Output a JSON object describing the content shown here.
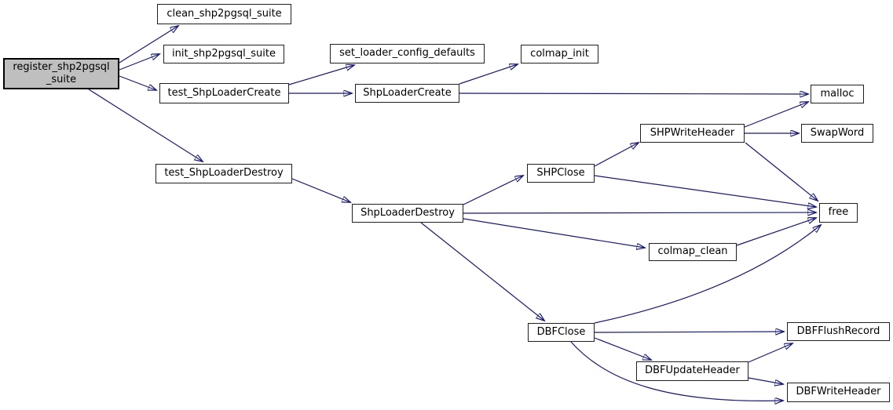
{
  "diagram": {
    "type": "call-graph",
    "highlighted_node": "register_shp2pgsql_suite",
    "colors": {
      "edge": "#191970",
      "node_border": "#000000",
      "node_fill": "#ffffff",
      "highlight_fill": "#bfbfbf",
      "text": "#000000",
      "background": "#ffffff"
    },
    "nodes": {
      "register": {
        "label": "register_shp2pgsql\n_suite"
      },
      "clean": {
        "label": "clean_shp2pgsql_suite"
      },
      "init": {
        "label": "init_shp2pgsql_suite"
      },
      "test_create": {
        "label": "test_ShpLoaderCreate"
      },
      "set_defaults": {
        "label": "set_loader_config_defaults"
      },
      "colmap_init": {
        "label": "colmap_init"
      },
      "create": {
        "label": "ShpLoaderCreate"
      },
      "malloc": {
        "label": "malloc"
      },
      "shp_write_header": {
        "label": "SHPWriteHeader"
      },
      "swap_word": {
        "label": "SwapWord"
      },
      "shp_close": {
        "label": "SHPClose"
      },
      "test_destroy": {
        "label": "test_ShpLoaderDestroy"
      },
      "destroy": {
        "label": "ShpLoaderDestroy"
      },
      "free": {
        "label": "free"
      },
      "colmap_clean": {
        "label": "colmap_clean"
      },
      "dbf_close": {
        "label": "DBFClose"
      },
      "dbf_flush": {
        "label": "DBFFlushRecord"
      },
      "dbf_update": {
        "label": "DBFUpdateHeader"
      },
      "dbf_write": {
        "label": "DBFWriteHeader"
      }
    },
    "edges": [
      {
        "from": "register_shp2pgsql_suite",
        "to": "clean_shp2pgsql_suite"
      },
      {
        "from": "register_shp2pgsql_suite",
        "to": "init_shp2pgsql_suite"
      },
      {
        "from": "register_shp2pgsql_suite",
        "to": "test_ShpLoaderCreate"
      },
      {
        "from": "register_shp2pgsql_suite",
        "to": "test_ShpLoaderDestroy"
      },
      {
        "from": "test_ShpLoaderCreate",
        "to": "set_loader_config_defaults"
      },
      {
        "from": "test_ShpLoaderCreate",
        "to": "ShpLoaderCreate"
      },
      {
        "from": "ShpLoaderCreate",
        "to": "colmap_init"
      },
      {
        "from": "ShpLoaderCreate",
        "to": "malloc"
      },
      {
        "from": "test_ShpLoaderDestroy",
        "to": "ShpLoaderDestroy"
      },
      {
        "from": "ShpLoaderDestroy",
        "to": "SHPClose"
      },
      {
        "from": "ShpLoaderDestroy",
        "to": "free"
      },
      {
        "from": "ShpLoaderDestroy",
        "to": "colmap_clean"
      },
      {
        "from": "ShpLoaderDestroy",
        "to": "DBFClose"
      },
      {
        "from": "SHPClose",
        "to": "SHPWriteHeader"
      },
      {
        "from": "SHPClose",
        "to": "free"
      },
      {
        "from": "SHPWriteHeader",
        "to": "malloc"
      },
      {
        "from": "SHPWriteHeader",
        "to": "SwapWord"
      },
      {
        "from": "SHPWriteHeader",
        "to": "free"
      },
      {
        "from": "colmap_clean",
        "to": "free"
      },
      {
        "from": "DBFClose",
        "to": "free"
      },
      {
        "from": "DBFClose",
        "to": "DBFFlushRecord"
      },
      {
        "from": "DBFClose",
        "to": "DBFUpdateHeader"
      },
      {
        "from": "DBFClose",
        "to": "DBFWriteHeader"
      },
      {
        "from": "DBFUpdateHeader",
        "to": "DBFFlushRecord"
      },
      {
        "from": "DBFUpdateHeader",
        "to": "DBFWriteHeader"
      }
    ]
  }
}
